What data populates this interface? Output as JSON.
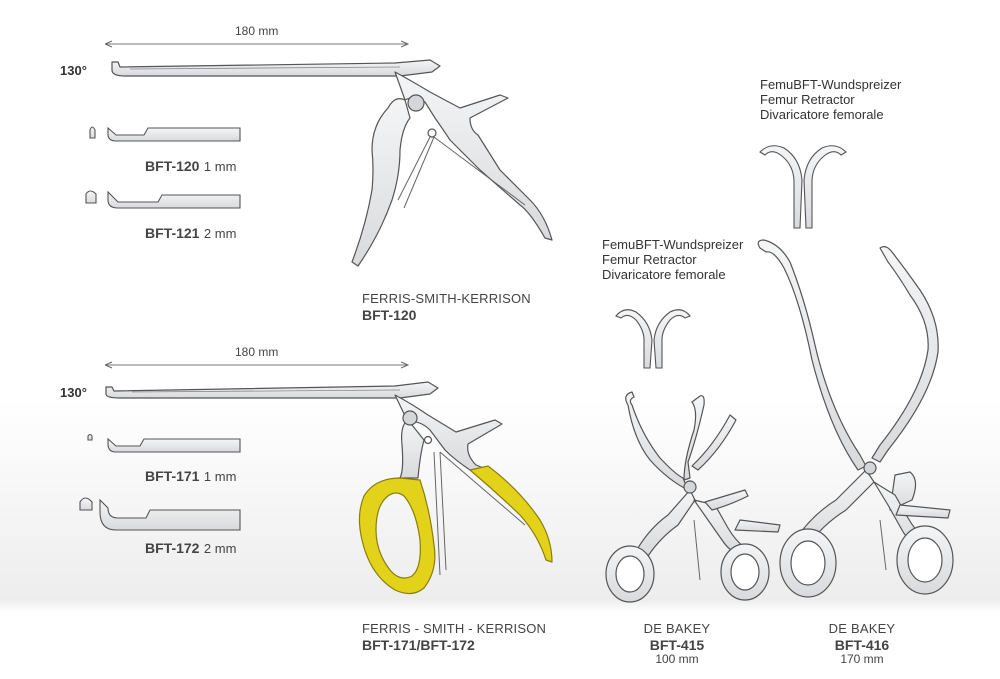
{
  "top_section": {
    "dimension": "180 mm",
    "angle": "130°",
    "variant_a": {
      "code": "BFT-120",
      "size": "1 mm"
    },
    "variant_b": {
      "code": "BFT-121",
      "size": "2 mm"
    },
    "product_name": "FERRIS-SMITH-KERRISON",
    "product_code": "BFT-120"
  },
  "bottom_section": {
    "dimension": "180 mm",
    "angle": "130°",
    "variant_a": {
      "code": "BFT-171",
      "size": "1 mm"
    },
    "variant_b": {
      "code": "BFT-172",
      "size": "2 mm"
    },
    "product_name": "FERRIS - SMITH  - KERRISON",
    "product_code": "BFT-171/BFT-172"
  },
  "retractor_small": {
    "title_line1": "FemuBFT-Wundspreizer",
    "title_line2": "Femur Retractor",
    "title_line3": "Divaricatore femorale",
    "product_name": "DE BAKEY",
    "product_code": "BFT-415",
    "size": "100 mm"
  },
  "retractor_large": {
    "title_line1": "FemuBFT-Wundspreizer",
    "title_line2": "Femur Retractor",
    "title_line3": "Divaricatore femorale",
    "product_name": "DE BAKEY",
    "product_code": "BFT-416",
    "size": "170 mm"
  },
  "colors": {
    "steel_fill": "#e9eaec",
    "steel_stroke": "#555555",
    "gold_handle": "#e2d21a"
  }
}
